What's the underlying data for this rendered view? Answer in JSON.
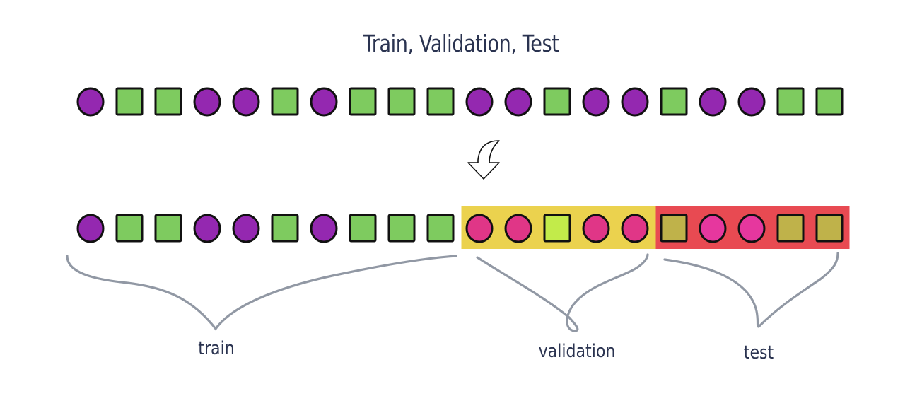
{
  "title": "Train, Validation, Test",
  "colors": {
    "circle": "#9428b0",
    "square": "#7ecb5f",
    "validation_bg": "#ebd24e",
    "test_bg": "#e84a52",
    "validation_circle": "#e03687",
    "validation_square": "#c2eb4a",
    "test_circle": "#e6379e",
    "test_square": "#bfb24a",
    "brace": "#9198a4",
    "text": "#2a3350"
  },
  "original_sequence": [
    "circle",
    "square",
    "square",
    "circle",
    "circle",
    "square",
    "circle",
    "square",
    "square",
    "square",
    "circle",
    "circle",
    "square",
    "circle",
    "circle",
    "square",
    "circle",
    "circle",
    "square",
    "square"
  ],
  "split": {
    "train": {
      "label": "train",
      "start": 0,
      "count": 10
    },
    "validation": {
      "label": "validation",
      "start": 10,
      "count": 5
    },
    "test": {
      "label": "test",
      "start": 15,
      "count": 5
    }
  },
  "arrow_icon": "curved-down-arrow"
}
